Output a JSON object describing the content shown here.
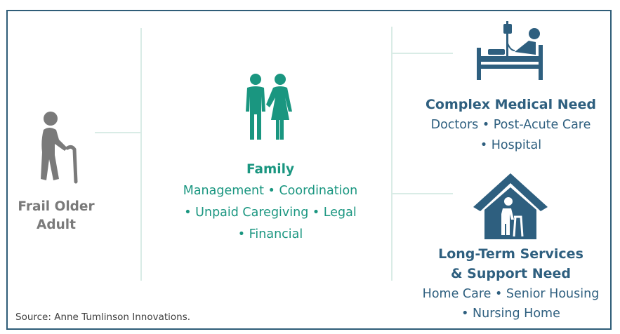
{
  "frail_older_adult": {
    "label_line1": "Frail Older",
    "label_line2": "Adult"
  },
  "family": {
    "title": "Family",
    "line1": "Management  • Coordination",
    "line2": "• Unpaid Caregiving •  Legal",
    "line3": "• Financial"
  },
  "complex_medical": {
    "title": "Complex Medical Need",
    "line1": "Doctors • Post-Acute Care",
    "line2": "• Hospital"
  },
  "long_term": {
    "title_line1": "Long-Term Services",
    "title_line2": "& Support Need",
    "line1": "Home Care • Senior Housing",
    "line2": "• Nursing Home"
  },
  "source": "Source: Anne Tumlinson Innovations.",
  "icons": {
    "older_adult": "elderly-person-with-cane-icon",
    "family": "couple-icon",
    "medical": "hospital-bed-icon",
    "home": "house-with-person-walker-icon"
  },
  "colors": {
    "border": "#2f5d78",
    "gray": "#7a7a7a",
    "teal": "#1a9680",
    "navy": "#2e5f7f",
    "connector": "#d9ece6"
  }
}
